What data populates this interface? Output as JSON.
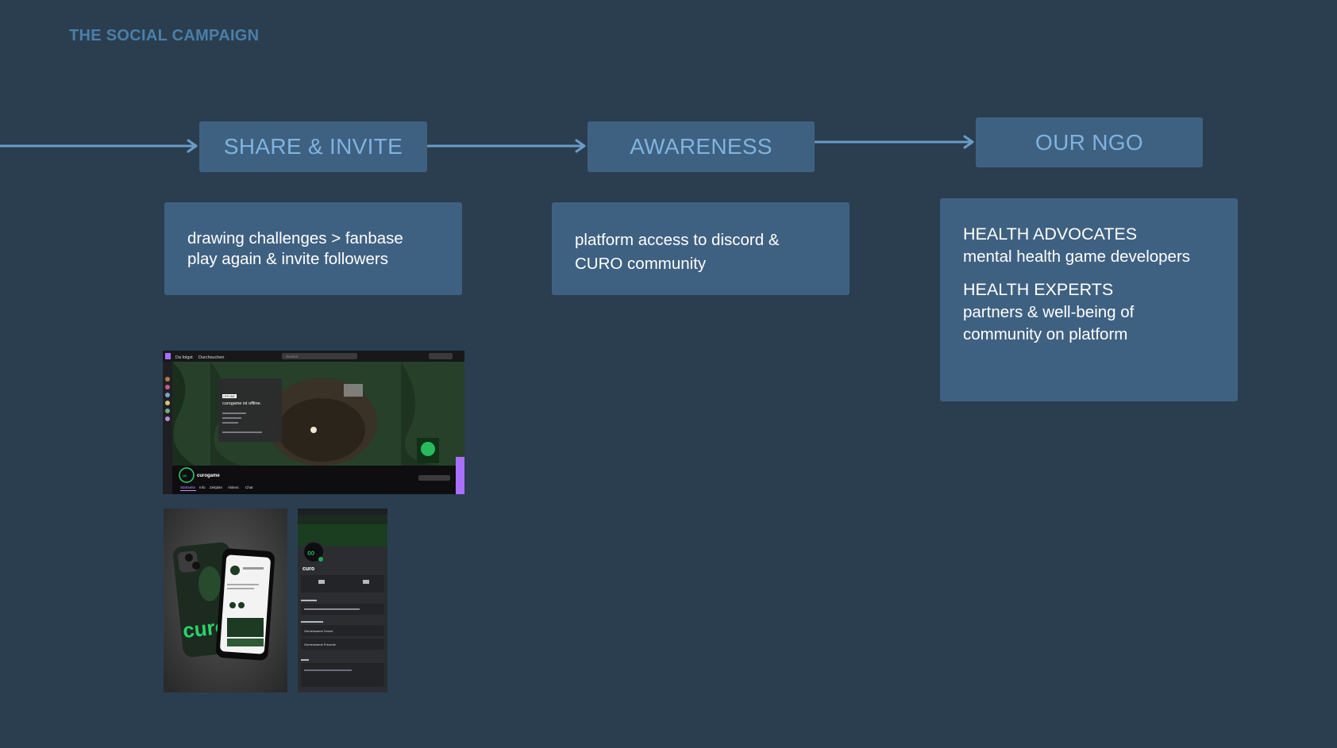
{
  "page": {
    "title": "THE SOCIAL CAMPAIGN"
  },
  "colors": {
    "background": "#2a3e50",
    "box": "#3f6181",
    "accent_text": "#7fb3df",
    "title_text": "#4b7fa8",
    "arrow": "#6a9cc6",
    "curo_green": "#2bd36b",
    "twitch_purple": "#a970ff"
  },
  "flow": {
    "steps": [
      {
        "label": "SHARE & INVITE"
      },
      {
        "label": "AWARENESS"
      },
      {
        "label": "OUR NGO"
      }
    ]
  },
  "details": {
    "share": {
      "lines": [
        "drawing challenges > fanbase",
        "play again & invite followers"
      ]
    },
    "awareness": {
      "lines": [
        "platform access to discord &",
        "CURO community"
      ]
    },
    "ngo": {
      "groups": [
        {
          "heading": "HEALTH ADVOCATES",
          "lines": [
            "mental health game developers"
          ]
        },
        {
          "heading": "HEALTH EXPERTS",
          "lines": [
            "partners & well-being of",
            "community on platform"
          ]
        }
      ]
    }
  },
  "screenshots": {
    "twitch": {
      "nav": [
        "Da folgst",
        "Durchsuchen"
      ],
      "search_placeholder": "Suchen",
      "offline_badge": "OFFLINE",
      "offline_text": "curogame ist offline.",
      "channel_name": "curogame",
      "tabs": [
        "Startseite",
        "Info",
        "Zeitplan",
        "Videos",
        "Chat"
      ]
    },
    "discord": {
      "server_name": "curo",
      "sections": [
        "Gemeinsame Server",
        "Gemeinsame Freunde"
      ]
    },
    "phone": {
      "brand": "curo"
    }
  }
}
